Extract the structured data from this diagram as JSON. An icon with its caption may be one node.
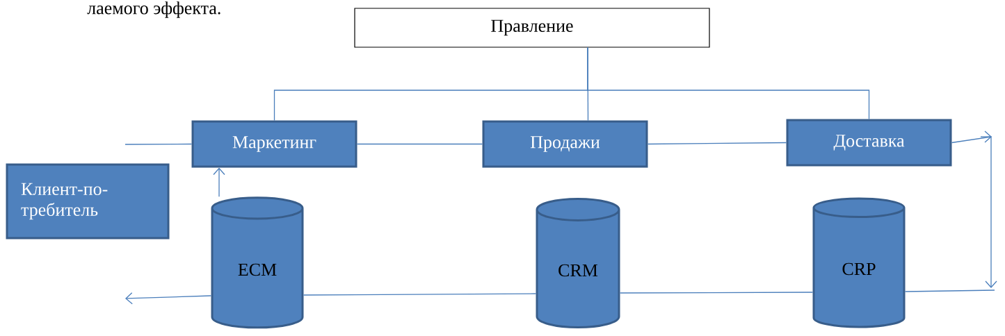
{
  "diagram": {
    "nodes": [
      {
        "text": [
          "Правление"
        ]
      },
      {
        "text": [
          "Маркетинг"
        ]
      },
      {
        "text": [
          "Продажи"
        ]
      },
      {
        "text": [
          "Доставка"
        ]
      },
      {
        "text": [
          "Клиент-по-требитель"
        ]
      },
      {
        "text": [
          "ECM"
        ]
      },
      {
        "text": [
          "CRM"
        ]
      },
      {
        "text": [
          "CRP"
        ]
      }
    ],
    "edges": [
      {
        "from": 0,
        "to": 1,
        "arrow": "none"
      },
      {
        "from": 0,
        "to": 2,
        "arrow": "none"
      },
      {
        "from": 0,
        "to": 3,
        "arrow": "none"
      },
      {
        "from": null,
        "to": 1,
        "arrow": "none"
      },
      {
        "from": 1,
        "to": 2,
        "arrow": "none"
      },
      {
        "from": 2,
        "to": 3,
        "arrow": "none"
      },
      {
        "from": 3,
        "to": null,
        "arrow": "to"
      },
      {
        "from": null,
        "to": 7,
        "arrow": "none"
      },
      {
        "from": 7,
        "to": 6,
        "arrow": "none"
      },
      {
        "from": 6,
        "to": 5,
        "arrow": "none"
      },
      {
        "from": 5,
        "to": null,
        "arrow": "to"
      },
      {
        "from": 5,
        "to": 1,
        "arrow": "to"
      }
    ],
    "labels": [
      "лаемого эффекта."
    ]
  }
}
